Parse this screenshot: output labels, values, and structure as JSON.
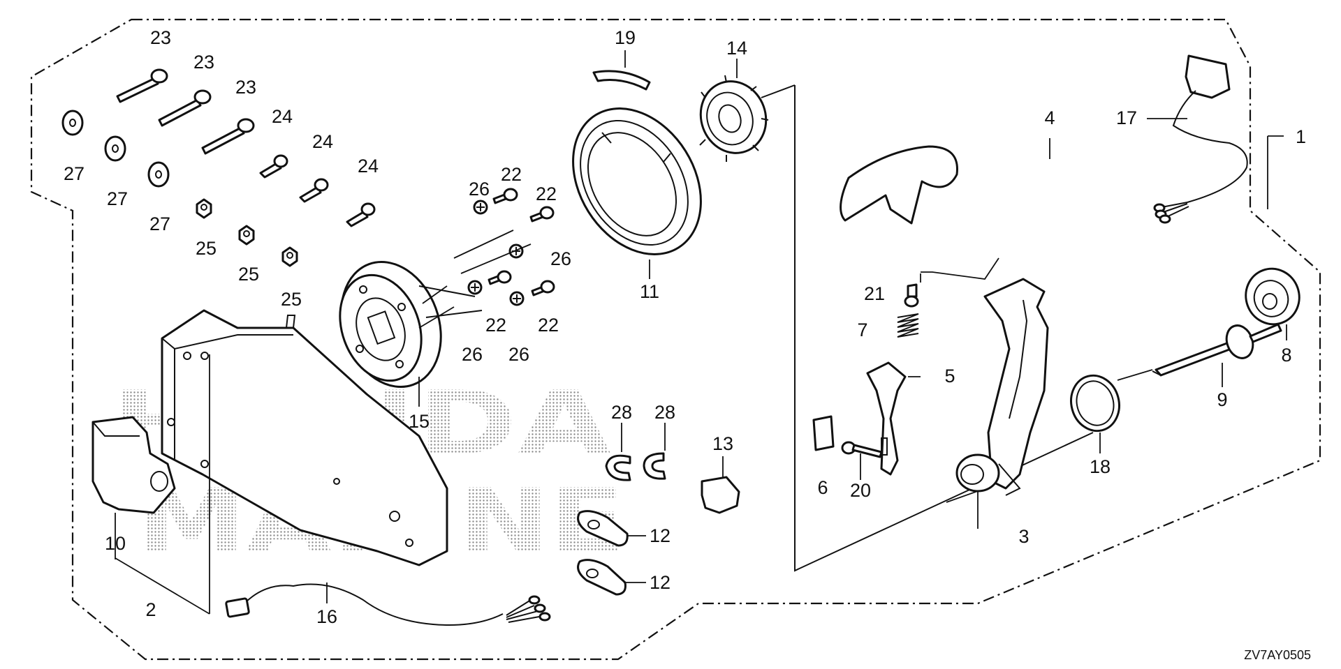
{
  "diagram": {
    "drawing_code": "ZV7AY0505",
    "watermark": {
      "line1": "HONDA",
      "line2": "MARINE"
    },
    "callouts": {
      "c1": "1",
      "c2": "2",
      "c3": "3",
      "c4": "4",
      "c5": "5",
      "c6": "6",
      "c7": "7",
      "c8": "8",
      "c9": "9",
      "c10": "10",
      "c11": "11",
      "c12a": "12",
      "c12b": "12",
      "c13": "13",
      "c14": "14",
      "c15": "15",
      "c16": "16",
      "c17": "17",
      "c18": "18",
      "c19": "19",
      "c20": "20",
      "c21": "21",
      "c22a": "22",
      "c22b": "22",
      "c22c": "22",
      "c22d": "22",
      "c23a": "23",
      "c23b": "23",
      "c23c": "23",
      "c24a": "24",
      "c24b": "24",
      "c24c": "24",
      "c25a": "25",
      "c25b": "25",
      "c25c": "25",
      "c26a": "26",
      "c26b": "26",
      "c26c": "26",
      "c26d": "26",
      "c27a": "27",
      "c27b": "27",
      "c27c": "27",
      "c28a": "28",
      "c28b": "28"
    }
  }
}
